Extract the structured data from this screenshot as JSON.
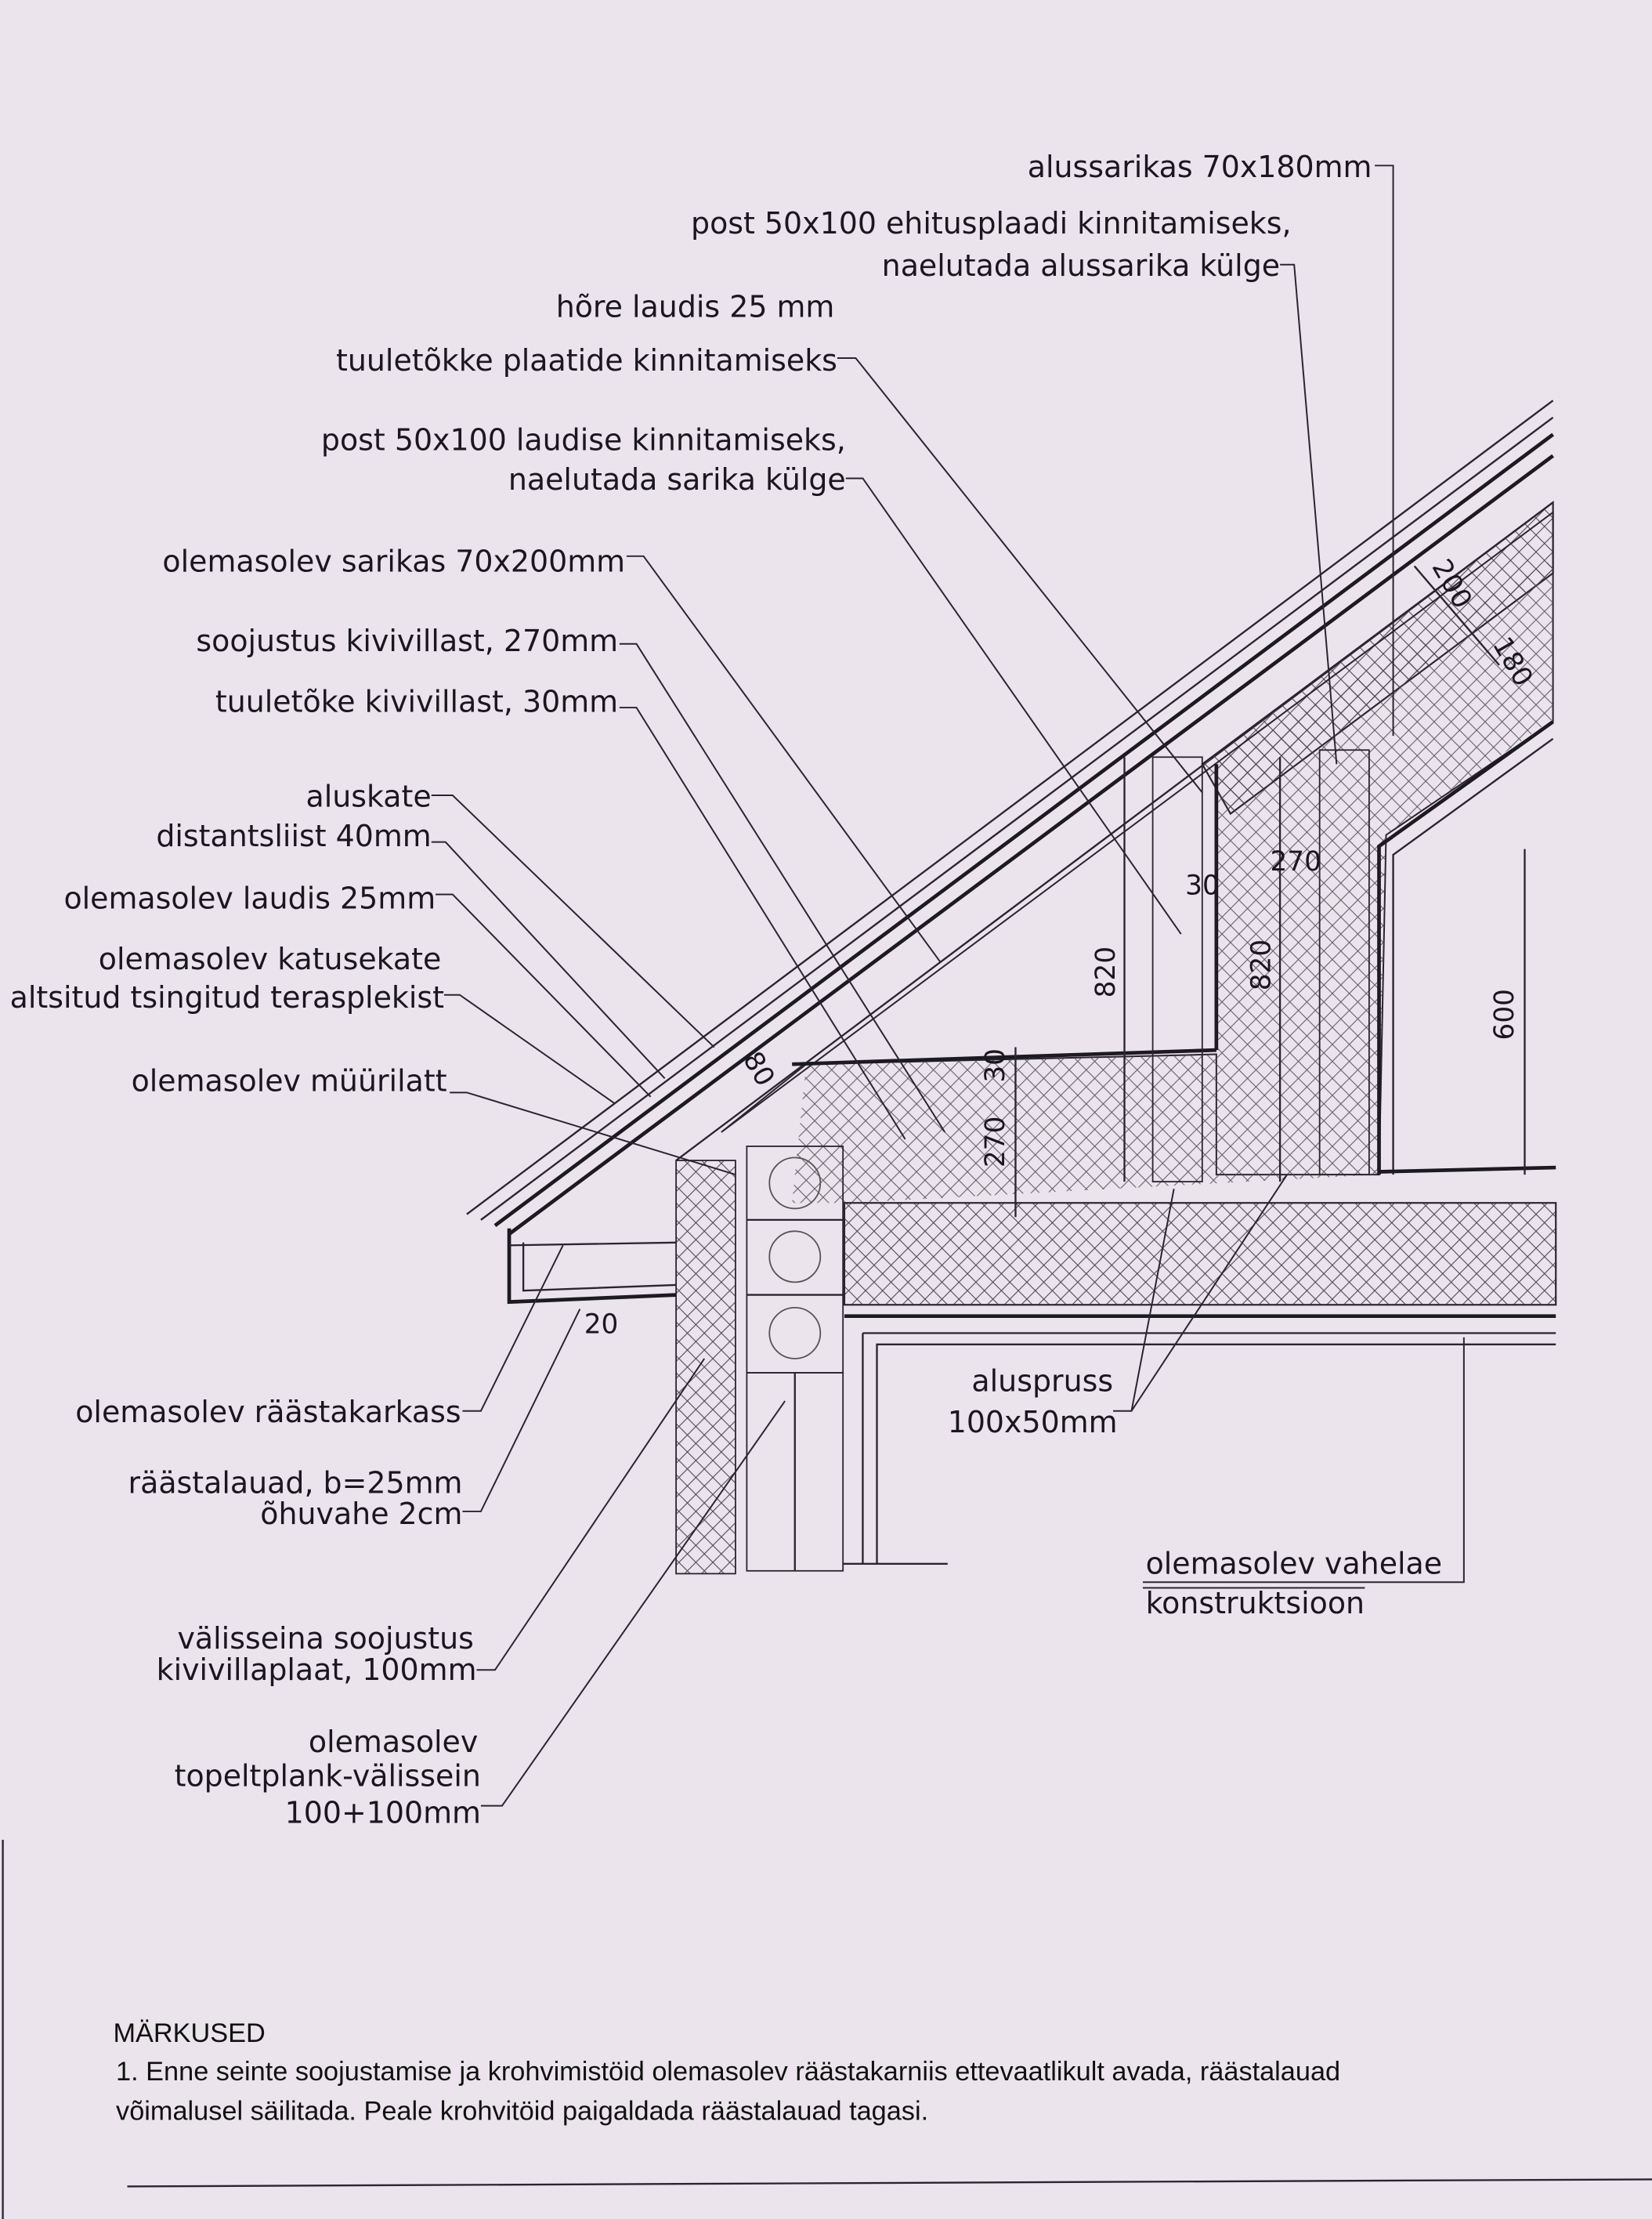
{
  "labels": {
    "alussarikas": "alussarikas 70x180mm",
    "post_ehitusplaadi_1": "post 50x100 ehitusplaadi kinnitamiseks,",
    "post_ehitusplaadi_2": "naelutada alussarika külge",
    "hore_laudis_1": "hõre laudis 25 mm",
    "hore_laudis_2": "tuuletõkke plaatide kinnitamiseks",
    "post_laudise_1": "post 50x100 laudise kinnitamiseks,",
    "post_laudise_2": "naelutada sarika külge",
    "sarikas": "olemasolev sarikas 70x200mm",
    "soojustus": "soojustus kivivillast, 270mm",
    "tuuletoke": "tuuletõke kivivillast, 30mm",
    "aluskate": "aluskate",
    "distantsliist": "distantsliist 40mm",
    "laudis": "olemasolev laudis 25mm",
    "katusekate_1": "olemasolev katusekate",
    "katusekate_2": "altsitud tsingitud terasplekist",
    "muurilatt": "olemasolev müürilatt",
    "raastakarkass": "olemasolev räästakarkass",
    "raastalauad_1": "räästalauad, b=25mm",
    "raastalauad_2": "õhuvahe 2cm",
    "valisseina_1": "välisseina soojustus",
    "valisseina_2": "kivivillaplaat, 100mm",
    "topeltplank_1": "olemasolev",
    "topeltplank_2": "topeltplank-välissein",
    "topeltplank_3": "100+100mm",
    "aluspruss_1": "aluspruss",
    "aluspruss_2": "100x50mm",
    "vahelae_1": "olemasolev vahelae",
    "vahelae_2": "konstruktsioon"
  },
  "dimensions": {
    "d200": "200",
    "d180": "180",
    "d270_top": "270",
    "d30_top": "30",
    "d820_left": "820",
    "d820_right": "820",
    "d600": "600",
    "d270_floor": "270",
    "d30_floor": "30",
    "d80": "80",
    "d20": "20"
  },
  "notes": {
    "title": "MÄRKUSED",
    "line1": "1. Enne seinte soojustamise ja krohvimistöid olemasolev räästakarniis ettevaatlikult avada, räästalauad",
    "line2": "võimalusel säilitada. Peale krohvitöid paigaldada räästalauad tagasi."
  }
}
